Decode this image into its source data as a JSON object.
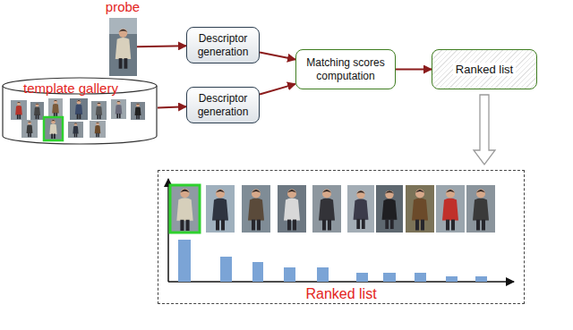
{
  "diagram": {
    "nodes": [
      {
        "text": [
          "probe"
        ]
      },
      {
        "text": [
          "template gallery"
        ]
      },
      {
        "text": [
          "Descriptor generation"
        ]
      },
      {
        "text": [
          "Descriptor generation"
        ]
      },
      {
        "text": [
          "Matching scores computation"
        ]
      },
      {
        "text": [
          "Ranked list"
        ]
      },
      {
        "text": [
          "Ranked list"
        ]
      }
    ],
    "edges": [
      {
        "from": 0,
        "to": 2,
        "arrow": "to"
      },
      {
        "from": 1,
        "to": 3,
        "arrow": "to"
      },
      {
        "from": 2,
        "to": 4,
        "arrow": "to"
      },
      {
        "from": 3,
        "to": 4,
        "arrow": "to"
      },
      {
        "from": 4,
        "to": 5,
        "arrow": "to"
      },
      {
        "from": 5,
        "to": 6,
        "arrow": "to"
      }
    ]
  }
}
